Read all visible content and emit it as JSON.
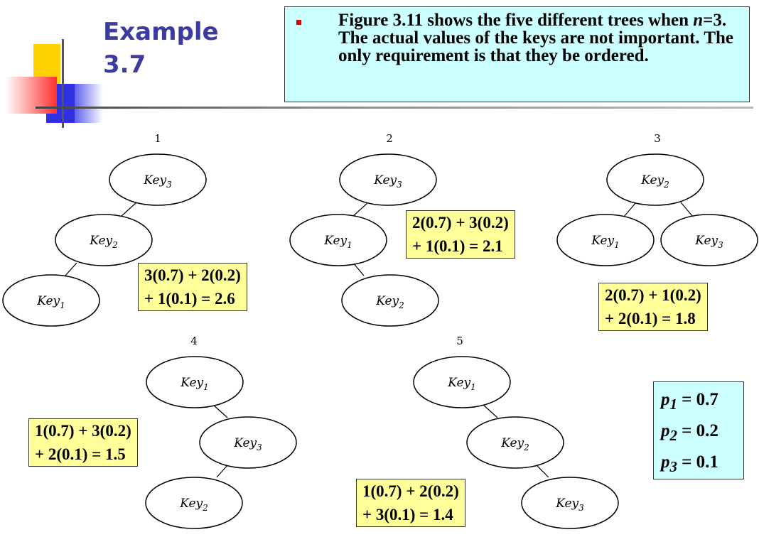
{
  "slide": {
    "title_line1": "Example",
    "title_line2": "3.7",
    "callout": {
      "part1": "Figure 3.11 shows the five different trees when ",
      "var": "n",
      "part2": "=3. The actual values of the keys are not important. The only requirement is that they be ordered."
    }
  },
  "trees": [
    {
      "number": "1",
      "nodes": [
        "Key",
        "Key",
        "Key"
      ],
      "subs": [
        "3",
        "2",
        "1"
      ],
      "calc_line1": "3(0.7) + 2(0.2)",
      "calc_line2": "+ 1(0.1) = 2.6"
    },
    {
      "number": "2",
      "nodes": [
        "Key",
        "Key",
        "Key"
      ],
      "subs": [
        "3",
        "1",
        "2"
      ],
      "calc_line1": "2(0.7) + 3(0.2)",
      "calc_line2": "+ 1(0.1) = 2.1"
    },
    {
      "number": "3",
      "nodes": [
        "Key",
        "Key",
        "Key"
      ],
      "subs": [
        "2",
        "1",
        "3"
      ],
      "calc_line1": "2(0.7) + 1(0.2)",
      "calc_line2": "+ 2(0.1) = 1.8"
    },
    {
      "number": "4",
      "nodes": [
        "Key",
        "Key",
        "Key"
      ],
      "subs": [
        "1",
        "3",
        "2"
      ],
      "calc_line1": "1(0.7) + 3(0.2)",
      "calc_line2": "+ 2(0.1) = 1.5"
    },
    {
      "number": "5",
      "nodes": [
        "Key",
        "Key",
        "Key"
      ],
      "subs": [
        "1",
        "2",
        "3"
      ],
      "calc_line1": "1(0.7) + 2(0.2)",
      "calc_line2": "+ 3(0.1) = 1.4"
    }
  ],
  "probabilities": [
    {
      "var": "p",
      "sub": "1",
      "text": " = 0.7"
    },
    {
      "var": "p",
      "sub": "2",
      "text": " = 0.2"
    },
    {
      "var": "p",
      "sub": "3",
      "text": " = 0.1"
    }
  ]
}
